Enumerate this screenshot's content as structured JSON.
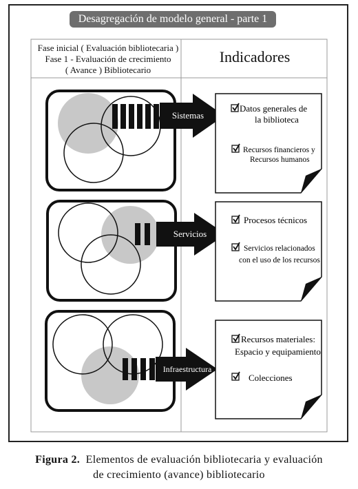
{
  "title": "Desagregación de modelo general - parte 1",
  "left_header": {
    "line1": "Fase inicial ( Evaluación bibliotecaria )",
    "line2": "Fase 1 - Evaluación de crecimiento",
    "line3": "( Avance ) Bibliotecario"
  },
  "right_header": "Indicadores",
  "rows": [
    {
      "arrow_label": "Sistemas",
      "bars": 6,
      "items": [
        {
          "lines": [
            "Datos generales de",
            "la biblioteca"
          ]
        },
        {
          "lines": [
            "Recursos financieros y",
            "Recursos humanos"
          ]
        }
      ]
    },
    {
      "arrow_label": "Servicios",
      "bars": 2,
      "items": [
        {
          "lines": [
            "Procesos técnicos"
          ]
        },
        {
          "lines": [
            "Servicios relacionados",
            "con el uso de los recursos"
          ]
        }
      ]
    },
    {
      "arrow_label": "Infraestructura",
      "bars": 4,
      "items": [
        {
          "lines": [
            "Recursos materiales:",
            "Espacio y equipamiento"
          ]
        },
        {
          "lines": [
            "Colecciones"
          ]
        }
      ]
    }
  ],
  "caption": {
    "label": "Figura 2.",
    "text": "Elementos de evaluación bibliotecaria y evaluación",
    "line2": "de crecimiento (avance) bibliotecario"
  }
}
